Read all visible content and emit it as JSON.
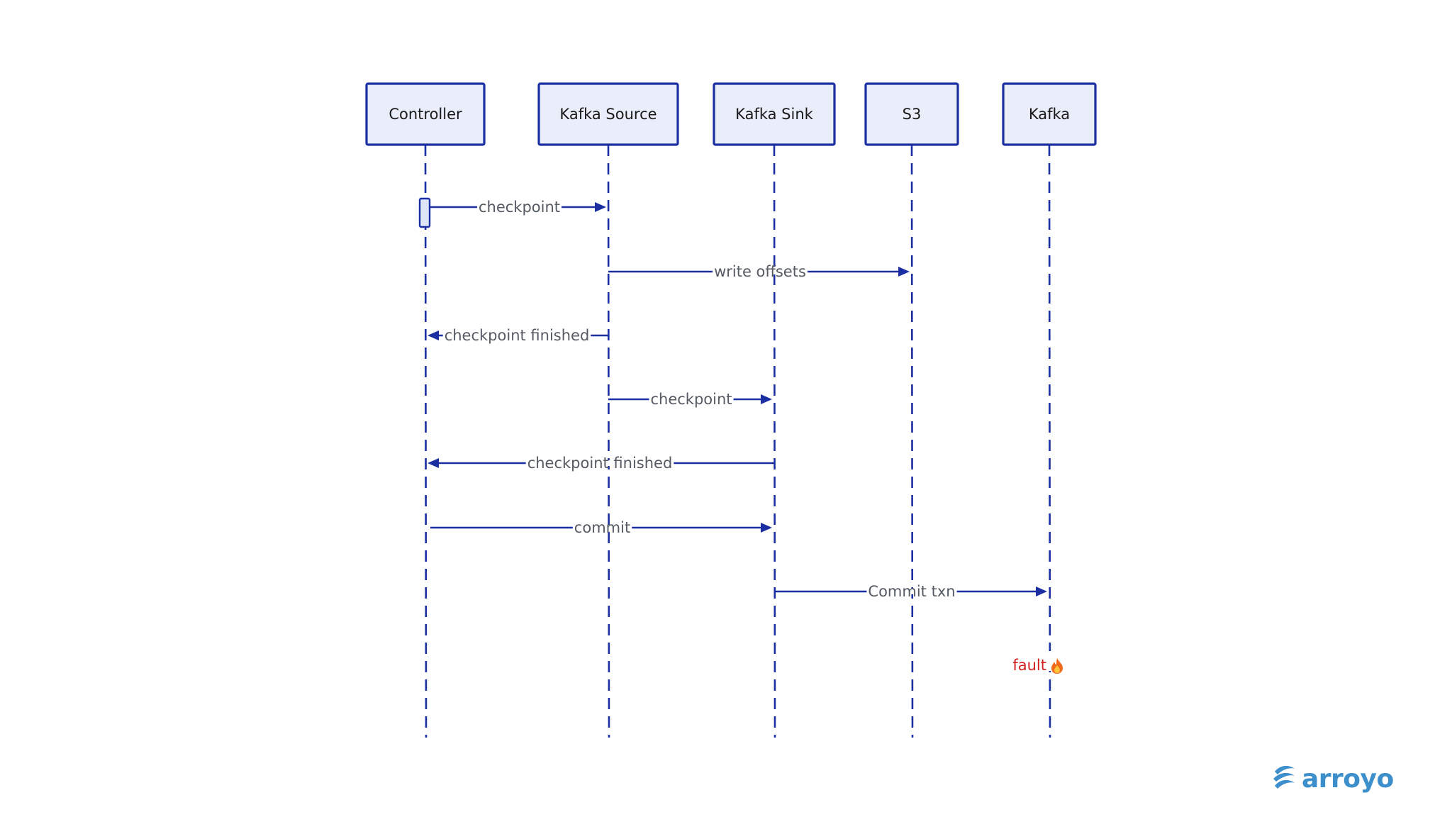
{
  "diagram": {
    "participants": [
      {
        "id": "controller",
        "label": "Controller"
      },
      {
        "id": "kafka-source",
        "label": "Kafka Source"
      },
      {
        "id": "kafka-sink",
        "label": "Kafka Sink"
      },
      {
        "id": "s3",
        "label": "S3"
      },
      {
        "id": "kafka",
        "label": "Kafka"
      }
    ],
    "messages": [
      {
        "from": "controller",
        "to": "kafka-source",
        "label": "checkpoint"
      },
      {
        "from": "kafka-source",
        "to": "s3",
        "label": "write offsets"
      },
      {
        "from": "kafka-source",
        "to": "controller",
        "label": "checkpoint finished"
      },
      {
        "from": "kafka-source",
        "to": "kafka-sink",
        "label": "checkpoint"
      },
      {
        "from": "kafka-sink",
        "to": "controller",
        "label": "checkpoint finished"
      },
      {
        "from": "controller",
        "to": "kafka-sink",
        "label": "commit"
      },
      {
        "from": "kafka-sink",
        "to": "kafka",
        "label": "Commit txn"
      }
    ],
    "fault": {
      "participant": "kafka",
      "label": "fault",
      "icon": "fire-icon",
      "color": "#d21f1f"
    }
  },
  "brand": {
    "name": "arroyo",
    "color": "#3d8fcc"
  },
  "colors": {
    "stroke": "#1b2fa3",
    "box_fill": "#eaeefb",
    "label": "#555a63"
  }
}
